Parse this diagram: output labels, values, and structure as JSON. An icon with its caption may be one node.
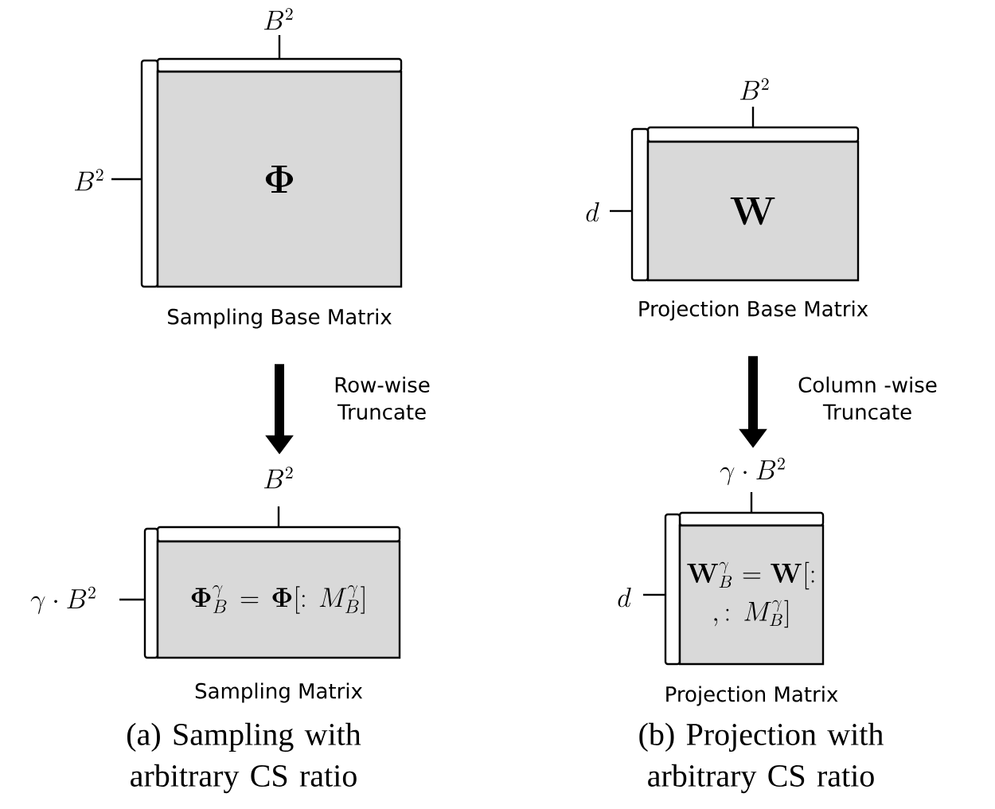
{
  "diagram": {
    "nodes": [
      {
        "text": [
          "\\mathbf{\\Phi}"
        ],
        "beside": [
          "Sampling Base Matrix"
        ]
      },
      {
        "text": [
          "\\mathbf{W}"
        ],
        "beside": [
          "Projection Base Matrix"
        ]
      },
      {
        "text": [
          "\\mathbf{\\Phi}^{\\gamma}_{B} = \\mathbf{\\Phi}[:M^{\\gamma}_{B}]"
        ],
        "beside": [
          "Sampling Matrix"
        ]
      },
      {
        "text": [
          "\\mathbf{W}^{\\gamma}_{B} = \\mathbf{W}[:,:M^{\\gamma}_{B}]"
        ],
        "beside": [
          "Projection Matrix"
        ]
      }
    ],
    "edges": [
      {
        "from": 0,
        "to": 2,
        "arrow": "to",
        "label": "Row-wise Truncate"
      },
      {
        "from": 1,
        "to": 3,
        "arrow": "to",
        "label": "Column -wise Truncate"
      }
    ],
    "labels": [
      "B^2",
      "B^2",
      "B^2",
      "d",
      "B^2",
      "\\gamma \\cdot B^2",
      "\\gamma \\cdot B^2",
      "d",
      "(a) Sampling with arbitrary CS ratio",
      "(b) Projection with arbitrary CS ratio"
    ]
  }
}
